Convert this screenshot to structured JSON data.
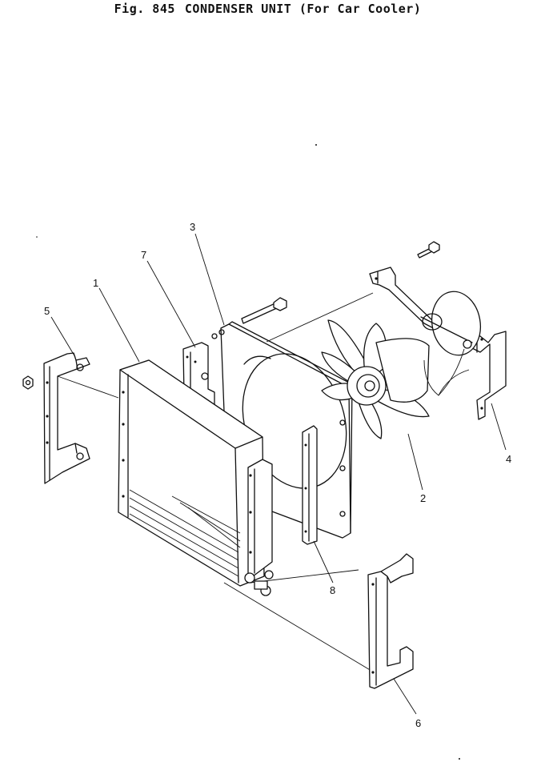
{
  "figure": {
    "cut_heading": "",
    "number": "Fig. 845",
    "caption": "CONDENSER UNIT (For Car Cooler)"
  },
  "callouts": [
    {
      "id": "1",
      "part": "condenser"
    },
    {
      "id": "2",
      "part": "fan"
    },
    {
      "id": "3",
      "part": "fan-shroud"
    },
    {
      "id": "4",
      "part": "fan-motor-bracket"
    },
    {
      "id": "5",
      "part": "side-bracket"
    },
    {
      "id": "6",
      "part": "lower-bracket"
    },
    {
      "id": "7",
      "part": "mounting-plate"
    },
    {
      "id": "8",
      "part": "side-plate"
    }
  ]
}
